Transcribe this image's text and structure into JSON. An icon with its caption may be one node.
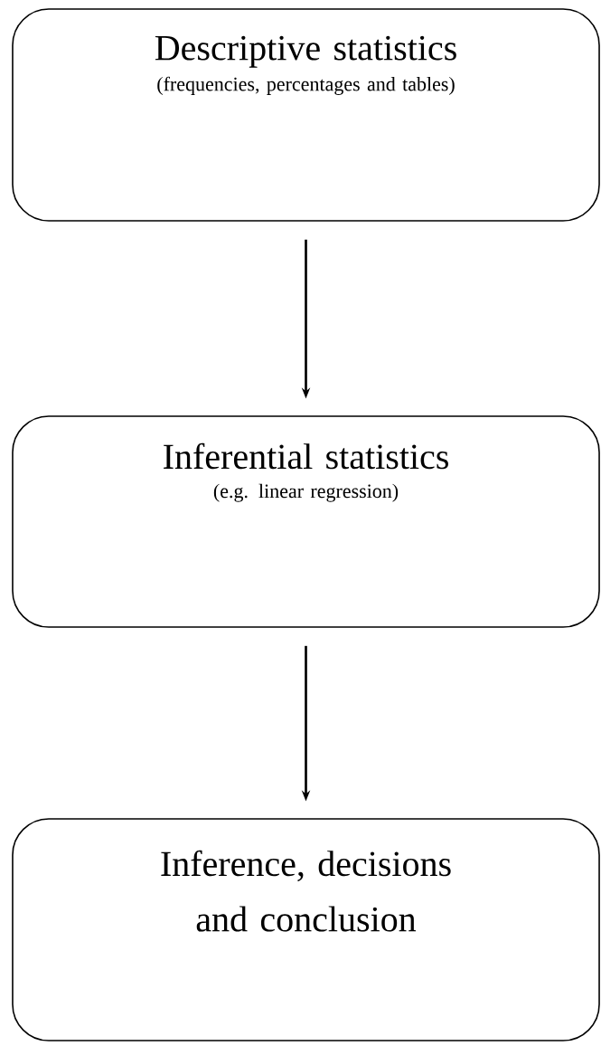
{
  "diagram": {
    "nodes": [
      {
        "text": [
          "Descriptive statistics",
          "(frequencies, percentages and tables)"
        ]
      },
      {
        "text": [
          "Inferential statistics",
          "(e.g. linear regression)"
        ]
      },
      {
        "text": [
          "Inference, decisions and conclusion"
        ]
      }
    ],
    "edges": [
      {
        "from": 0,
        "to": 1,
        "arrow": "to"
      },
      {
        "from": 1,
        "to": 2,
        "arrow": "to"
      }
    ]
  }
}
